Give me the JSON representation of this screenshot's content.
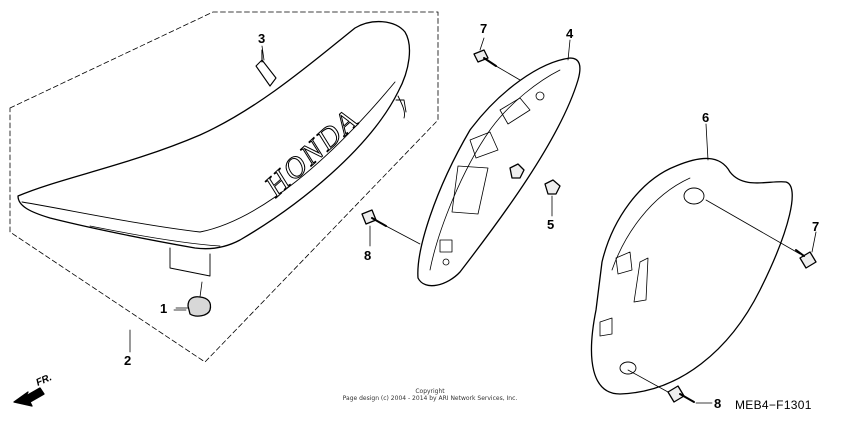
{
  "callouts": {
    "c1": "1",
    "c2": "2",
    "c3": "3",
    "c4": "4",
    "c5": "5",
    "c6": "6",
    "c7a": "7",
    "c7b": "7",
    "c8a": "8",
    "c8b": "8"
  },
  "seat_brand": "HONDA",
  "diagram_code": "MEB4−F1301",
  "front_label": "FR.",
  "copyright_line1": "Copyright",
  "copyright_line2": "Page design (c) 2004 - 2014 by ARI Network Services, Inc."
}
